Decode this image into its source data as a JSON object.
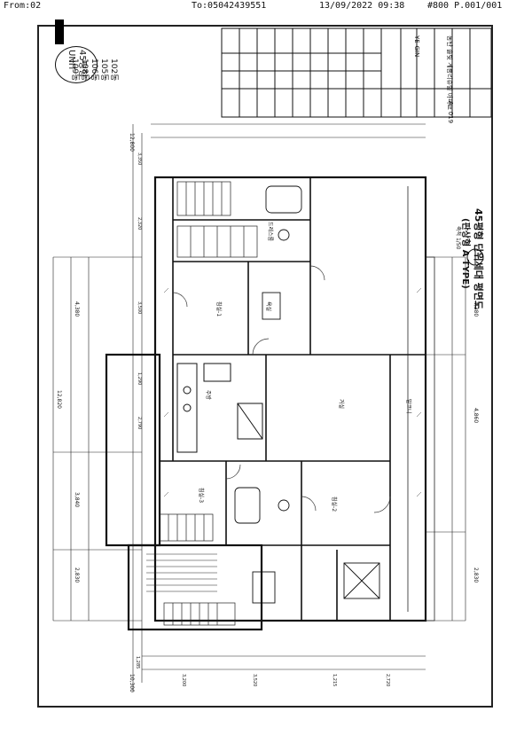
{
  "fax": {
    "from": "From:02",
    "to": "To:05042439551",
    "datetime": "13/09/2022 09:38",
    "page": "#800 P.001/001"
  },
  "stamp": {
    "unit_type": "45평형",
    "unit_label": "UNIT",
    "buildings": [
      "102동",
      "105동",
      "106동",
      "108동",
      "109동"
    ]
  },
  "drawing": {
    "title": "45평형 단위세대 평면도",
    "subtitle": "(판상형 A TYPE)",
    "scale": "축척 1/50",
    "sheet_no": "A - 019",
    "project": "동탄 솔빛 계룡리슈빌 아파트",
    "company": "YE-GIN"
  },
  "dimensions": {
    "overall_top": "12,800",
    "overall_bottom": "10,300",
    "overall_side": "12,820",
    "left_1": "4,380",
    "left_2": "3,840",
    "left_3": "2,830",
    "right_1": "4,380",
    "right_2": "4,860",
    "right_3": "2,830",
    "segments_top": [
      "3,350",
      "2,320",
      "3,500",
      "1,290",
      "2,790"
    ],
    "segments_bottom": [
      "1,285",
      "3,200",
      "3,520",
      "1,215",
      "2,720"
    ]
  },
  "rooms": {
    "bedroom1": "침실-1",
    "bedroom2": "침실-2",
    "bedroom3": "침실-3",
    "living": "거실",
    "kitchen": "주방",
    "dress": "드레스룸",
    "bath": "욕실",
    "balcony": "발코니"
  }
}
